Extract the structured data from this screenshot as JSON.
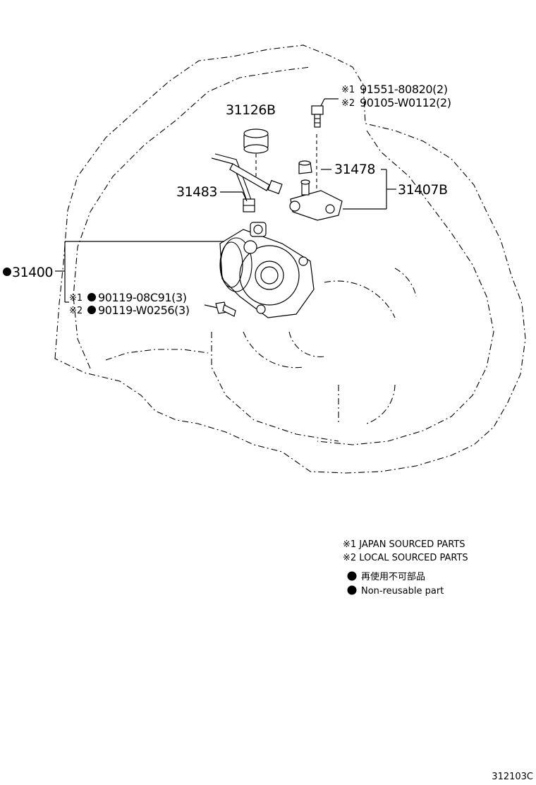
{
  "diagram": {
    "labels": {
      "p31126B": "31126B",
      "p31478": "31478",
      "p31407B": "31407B",
      "p31483": "31483",
      "p31400": "31400",
      "bolt_top_1": "91551-80820(2)",
      "bolt_top_2": "90105-W0112(2)",
      "bolt_mid_1": "90119-08C91(3)",
      "bolt_mid_2": "90119-W0256(3)"
    },
    "marks": {
      "japan": "※1",
      "local": "※2"
    }
  },
  "legend": {
    "japan": "※1 JAPAN SOURCED PARTS",
    "local": "※2 LOCAL SOURCED PARTS",
    "non_reusable_jp": "再使用不可部品",
    "non_reusable_en": "Non-reusable part"
  },
  "footer": {
    "code": "312103C"
  },
  "colors": {
    "ink": "#000000",
    "background": "#ffffff"
  }
}
